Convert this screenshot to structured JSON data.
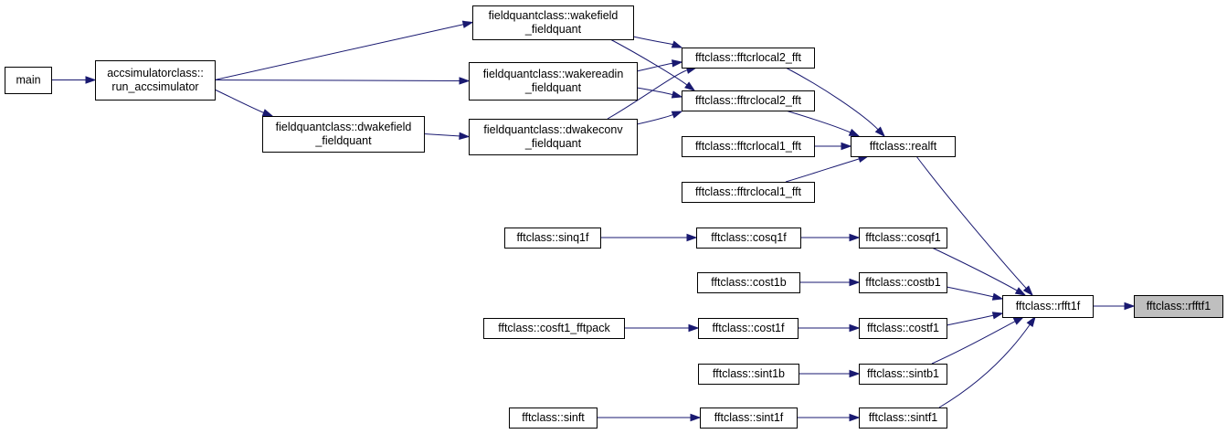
{
  "colors": {
    "edge": "#191970",
    "highlight_fill": "#bfbfbf",
    "node_border": "#000000"
  },
  "nodes": [
    {
      "id": "main",
      "lines": [
        "main"
      ]
    },
    {
      "id": "run_acc",
      "lines": [
        "accsimulatorclass::",
        "run_accsimulator"
      ]
    },
    {
      "id": "wakefield",
      "lines": [
        "fieldquantclass::wakefield",
        "_fieldquant"
      ]
    },
    {
      "id": "wakereadin",
      "lines": [
        "fieldquantclass::wakereadin",
        "_fieldquant"
      ]
    },
    {
      "id": "dwakefield",
      "lines": [
        "fieldquantclass::dwakefield",
        "_fieldquant"
      ]
    },
    {
      "id": "dwakeconv",
      "lines": [
        "fieldquantclass::dwakeconv",
        "_fieldquant"
      ]
    },
    {
      "id": "fftcrlocal2",
      "lines": [
        "fftclass::fftcrlocal2_fft"
      ]
    },
    {
      "id": "fftrclocal2",
      "lines": [
        "fftclass::fftrclocal2_fft"
      ]
    },
    {
      "id": "fftcrlocal1",
      "lines": [
        "fftclass::fftcrlocal1_fft"
      ]
    },
    {
      "id": "fftrclocal1",
      "lines": [
        "fftclass::fftrclocal1_fft"
      ]
    },
    {
      "id": "realft",
      "lines": [
        "fftclass::realft"
      ]
    },
    {
      "id": "sinq1f",
      "lines": [
        "fftclass::sinq1f"
      ]
    },
    {
      "id": "cosq1f",
      "lines": [
        "fftclass::cosq1f"
      ]
    },
    {
      "id": "cosqf1",
      "lines": [
        "fftclass::cosqf1"
      ]
    },
    {
      "id": "cost1b",
      "lines": [
        "fftclass::cost1b"
      ]
    },
    {
      "id": "costb1",
      "lines": [
        "fftclass::costb1"
      ]
    },
    {
      "id": "cosft1",
      "lines": [
        "fftclass::cosft1_fftpack"
      ]
    },
    {
      "id": "cost1f",
      "lines": [
        "fftclass::cost1f"
      ]
    },
    {
      "id": "costf1",
      "lines": [
        "fftclass::costf1"
      ]
    },
    {
      "id": "sint1b",
      "lines": [
        "fftclass::sint1b"
      ]
    },
    {
      "id": "sintb1",
      "lines": [
        "fftclass::sintb1"
      ]
    },
    {
      "id": "sinft",
      "lines": [
        "fftclass::sinft"
      ]
    },
    {
      "id": "sint1f",
      "lines": [
        "fftclass::sint1f"
      ]
    },
    {
      "id": "sintf1",
      "lines": [
        "fftclass::sintf1"
      ]
    },
    {
      "id": "rfft1f",
      "lines": [
        "fftclass::rfft1f"
      ]
    },
    {
      "id": "rfftf1",
      "lines": [
        "fftclass::rfftf1"
      ],
      "highlight": true
    }
  ],
  "edges": [
    {
      "from": "main",
      "to": "run_acc"
    },
    {
      "from": "run_acc",
      "to": "wakefield"
    },
    {
      "from": "run_acc",
      "to": "wakereadin"
    },
    {
      "from": "run_acc",
      "to": "dwakefield"
    },
    {
      "from": "dwakefield",
      "to": "dwakeconv"
    },
    {
      "from": "wakefield",
      "to": "fftcrlocal2"
    },
    {
      "from": "wakefield",
      "to": "fftrclocal2"
    },
    {
      "from": "wakereadin",
      "to": "fftcrlocal2"
    },
    {
      "from": "wakereadin",
      "to": "fftrclocal2"
    },
    {
      "from": "dwakeconv",
      "to": "fftcrlocal2"
    },
    {
      "from": "dwakeconv",
      "to": "fftrclocal2"
    },
    {
      "from": "fftcrlocal2",
      "to": "realft"
    },
    {
      "from": "fftrclocal2",
      "to": "realft"
    },
    {
      "from": "fftcrlocal1",
      "to": "realft"
    },
    {
      "from": "fftrclocal1",
      "to": "realft"
    },
    {
      "from": "realft",
      "to": "rfft1f"
    },
    {
      "from": "sinq1f",
      "to": "cosq1f"
    },
    {
      "from": "cosq1f",
      "to": "cosqf1"
    },
    {
      "from": "cosqf1",
      "to": "rfft1f"
    },
    {
      "from": "cost1b",
      "to": "costb1"
    },
    {
      "from": "costb1",
      "to": "rfft1f"
    },
    {
      "from": "cosft1",
      "to": "cost1f"
    },
    {
      "from": "cost1f",
      "to": "costf1"
    },
    {
      "from": "costf1",
      "to": "rfft1f"
    },
    {
      "from": "sint1b",
      "to": "sintb1"
    },
    {
      "from": "sintb1",
      "to": "rfft1f"
    },
    {
      "from": "sinft",
      "to": "sint1f"
    },
    {
      "from": "sint1f",
      "to": "sintf1"
    },
    {
      "from": "sintf1",
      "to": "rfft1f"
    },
    {
      "from": "rfft1f",
      "to": "rfftf1"
    }
  ]
}
